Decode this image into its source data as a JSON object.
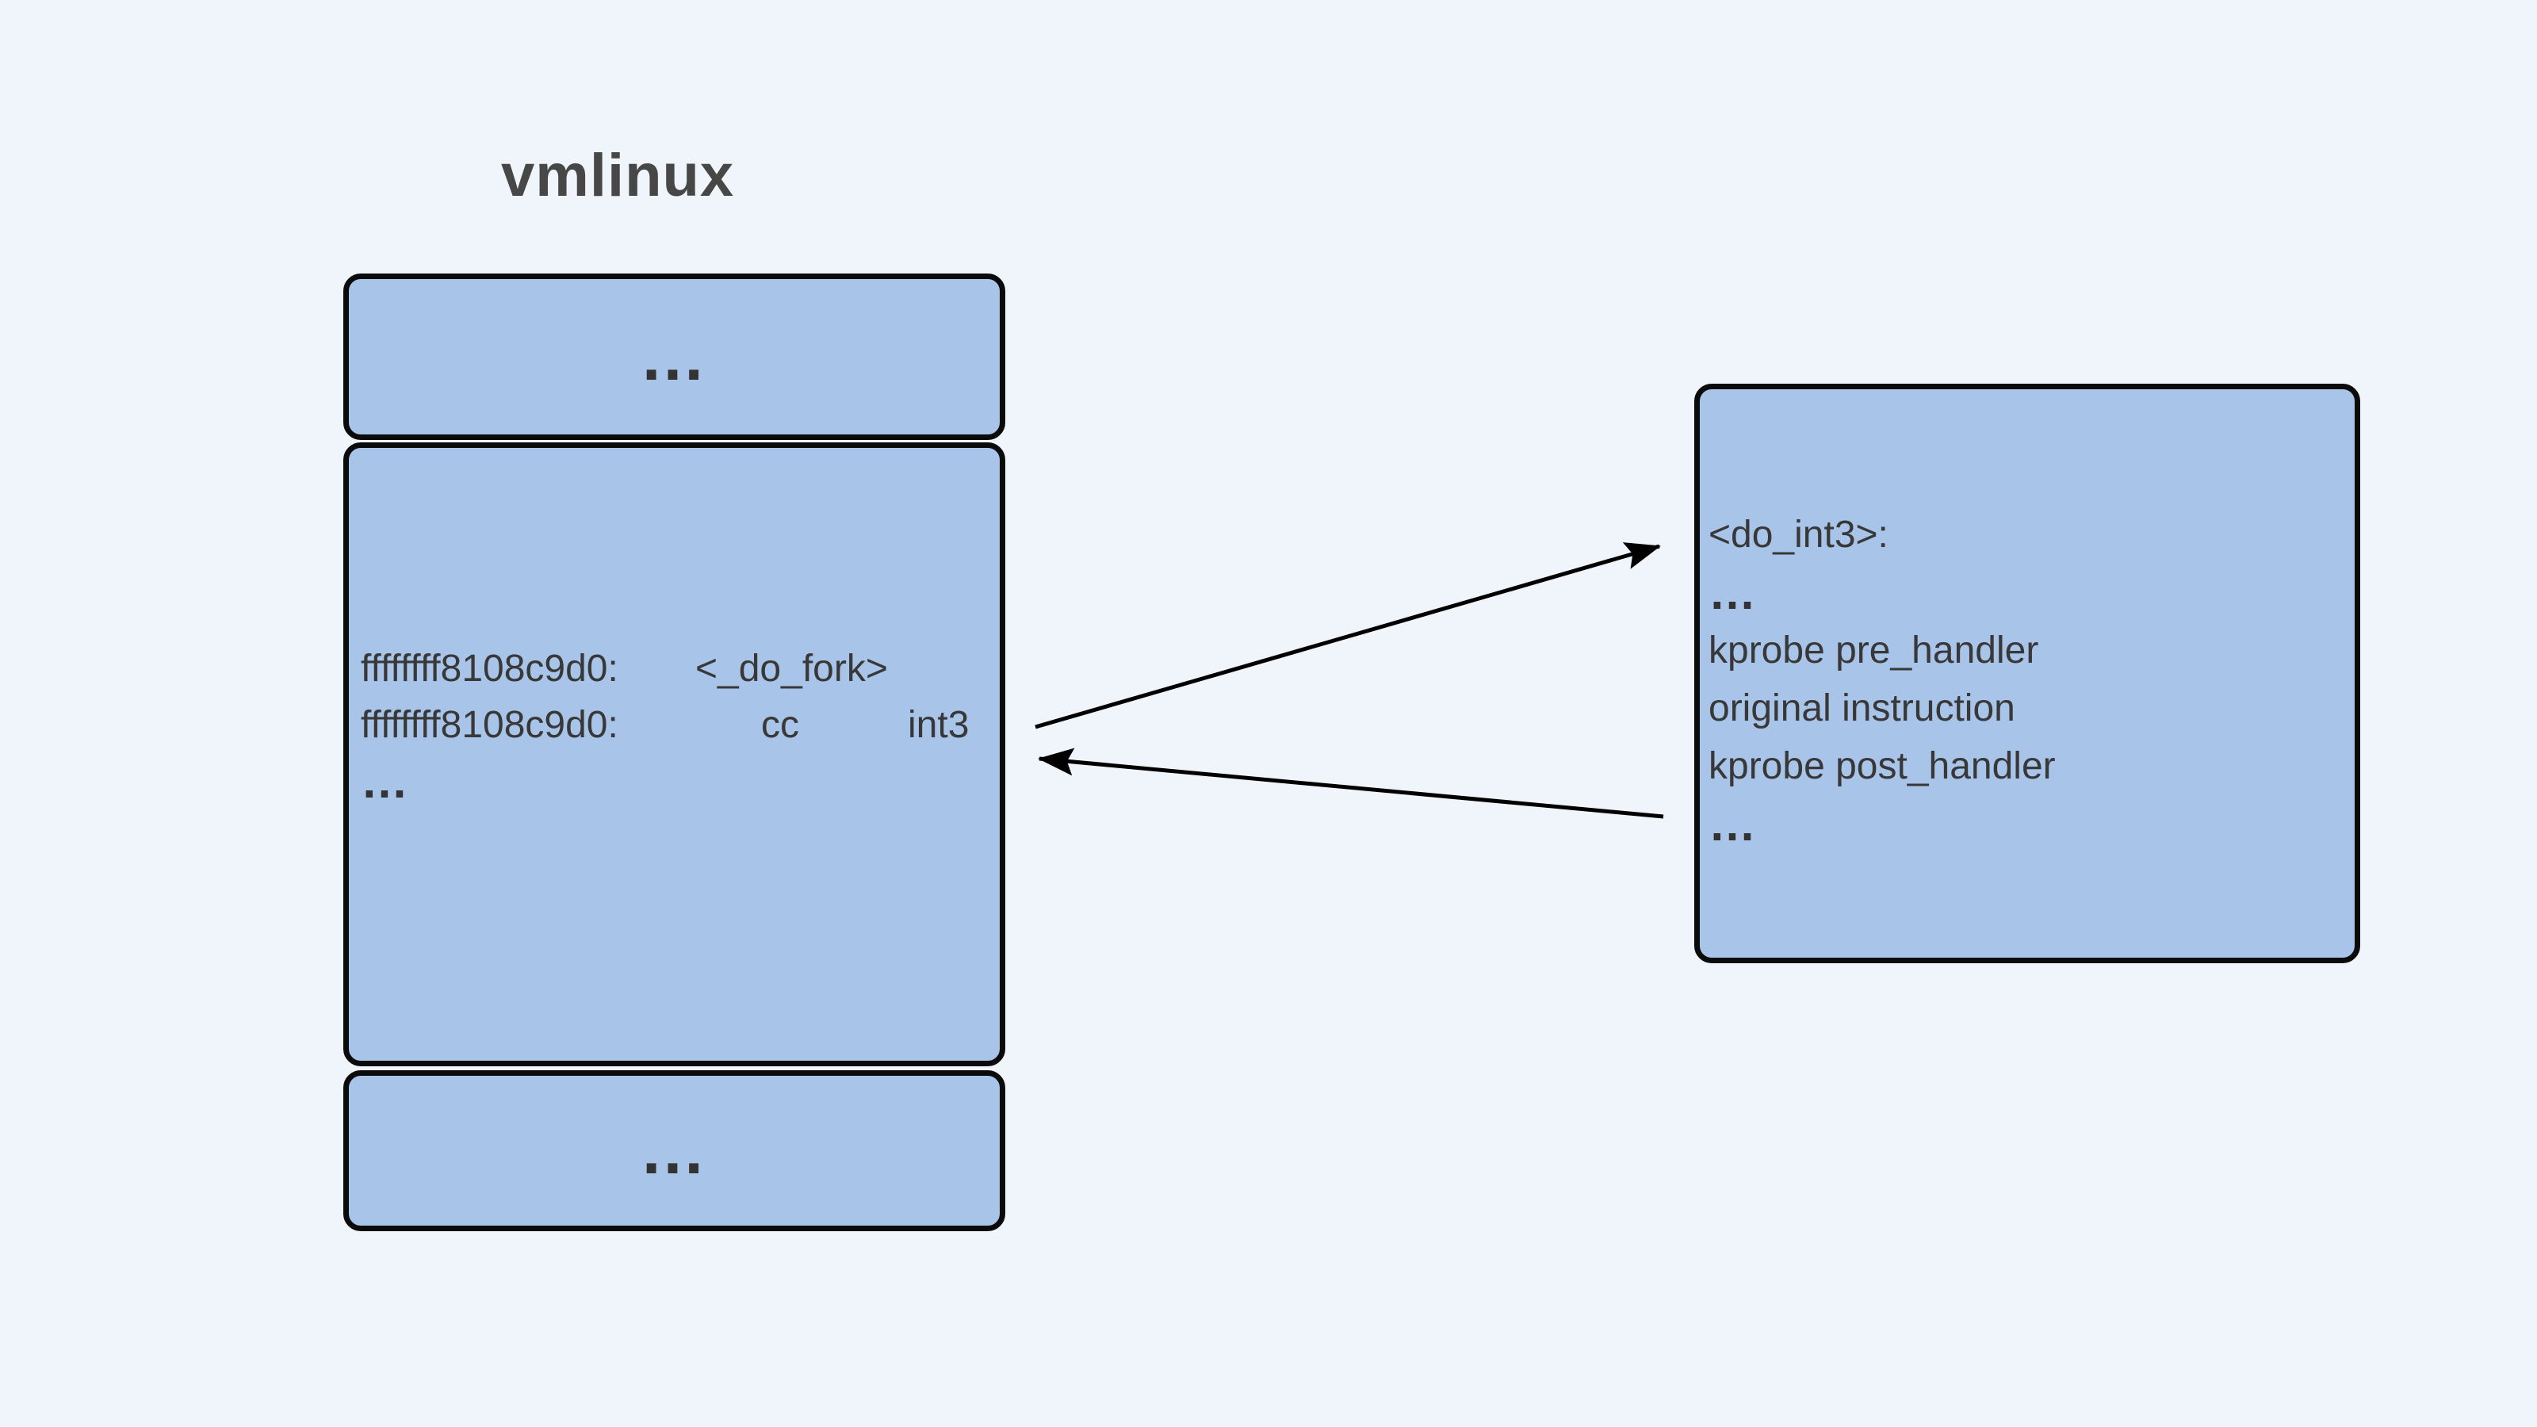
{
  "title": "vmlinux",
  "vmlinux": {
    "top_section_ellipsis": "…",
    "code_section": {
      "line1": {
        "address": "ffffffff8108c9d0:",
        "symbol": "<_do_fork>"
      },
      "line2": {
        "address": "ffffffff8108c9d0:",
        "opcode": "cc",
        "mnemonic": "int3"
      },
      "line3_ellipsis": "…"
    },
    "bottom_section_ellipsis": "…"
  },
  "handler": {
    "line1": "<do_int3>:",
    "line2": "…",
    "line3": "kprobe pre_handler",
    "line4": "original instruction",
    "line5": "kprobe post_handler",
    "line6": "…"
  },
  "colors": {
    "background": "#f0f4fb",
    "box_fill": "#a9c4e9",
    "box_border": "#0b0b0b",
    "text": "#383838",
    "title_text": "#474747",
    "arrow": "#000000"
  }
}
